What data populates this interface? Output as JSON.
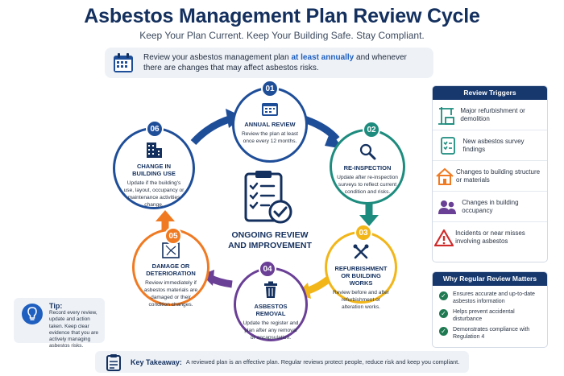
{
  "header": {
    "title": "Asbestos Management Plan Review Cycle",
    "subtitle": "Keep Your Plan Current. Keep Your Building Safe. Stay Compliant."
  },
  "banner": {
    "text_before": "Review your asbestos management plan ",
    "highlight": "at least annually",
    "text_after": " and whenever there are changes that may affect asbestos risks.",
    "icon": "calendar-icon"
  },
  "cycle": {
    "center_label_line1": "ONGOING REVIEW",
    "center_label_line2": "AND IMPROVEMENT",
    "stages": [
      {
        "number": "01",
        "title": "ANNUAL REVIEW",
        "desc": "Review the plan at least once every 12 months.",
        "color": "#1f4e99",
        "icon": "calendar-icon"
      },
      {
        "number": "02",
        "title": "RE-INSPECTION",
        "desc": "Update after re-inspection surveys to reflect current condition and risks.",
        "color": "#1d8c7e",
        "icon": "magnifier-icon"
      },
      {
        "number": "03",
        "title": "REFURBISHMENT OR BUILDING WORKS",
        "desc": "Review before and after refurbishment or alteration works.",
        "color": "#f2b619",
        "icon": "tools-icon"
      },
      {
        "number": "04",
        "title": "ASBESTOS REMOVAL",
        "desc": "Update the register and plan after any removal or encapsulation.",
        "color": "#6a3f96",
        "icon": "trash-icon"
      },
      {
        "number": "05",
        "title": "DAMAGE OR DETERIORATION",
        "desc": "Review immediately if asbestos materials are damaged or their condition changes.",
        "color": "#f07a22",
        "icon": "damaged-panel-icon"
      },
      {
        "number": "06",
        "title": "CHANGE IN BUILDING USE",
        "desc": "Update if the building's use, layout, occupancy or maintenance activities change.",
        "color": "#1f4e99",
        "icon": "building-icon"
      }
    ]
  },
  "triggers": {
    "heading": "Review Triggers",
    "items": [
      {
        "label": "Major refurbishment or demolition",
        "icon": "crane-icon",
        "color": "#1d8c7e"
      },
      {
        "label": "New asbestos survey findings",
        "icon": "checklist-icon",
        "color": "#1d8c7e"
      },
      {
        "label": "Changes to building structure or materials",
        "icon": "house-icon",
        "color": "#f07a22"
      },
      {
        "label": "Changes in building occupancy",
        "icon": "people-icon",
        "color": "#6a3f96"
      },
      {
        "label": "Incidents or near misses involving asbestos",
        "icon": "warning-icon",
        "color": "#d12a2a"
      }
    ]
  },
  "why": {
    "heading": "Why Regular Review Matters",
    "items": [
      "Ensures accurate and up-to-date asbestos information",
      "Helps prevent accidental disturbance",
      "Demonstrates compliance with Regulation 4"
    ]
  },
  "tip": {
    "heading": "Tip:",
    "text": "Record every review, update and action taken. Keep clear evidence that you are actively managing asbestos risks.",
    "icon": "lightbulb-icon"
  },
  "takeaway": {
    "label": "Key Takeaway:",
    "text": "A reviewed plan is an effective plan. Regular reviews protect people, reduce risk and keep you compliant.",
    "icon": "clipboard-icon"
  }
}
